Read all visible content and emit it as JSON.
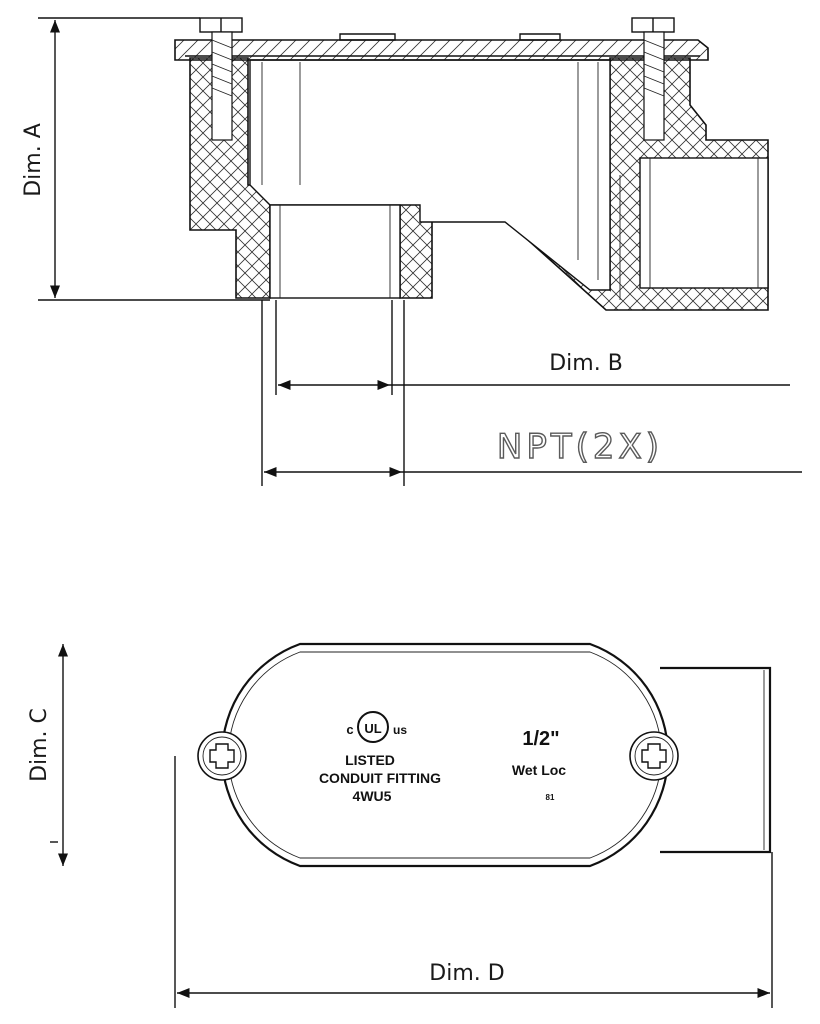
{
  "colors": {
    "line": "#111111",
    "hatch": "#333333",
    "npt_text": "#5a5a5a",
    "background": "#ffffff"
  },
  "dimensions": {
    "a": "Dim. A",
    "b": "Dim. B",
    "c": "Dim. C",
    "d": "Dim. D",
    "npt": "NPT(2X)"
  },
  "cover_markings": {
    "c_mark": "c",
    "ul_mark": "UL",
    "us_mark": "us",
    "listed": "LISTED",
    "conduit_fitting": "CONDUIT FITTING",
    "catalog_number": "4WU5",
    "trade_size": "1/2\"",
    "rating": "Wet Loc",
    "code": "81"
  },
  "icons": [
    "screw-head-icon",
    "ul-listing-icon"
  ]
}
